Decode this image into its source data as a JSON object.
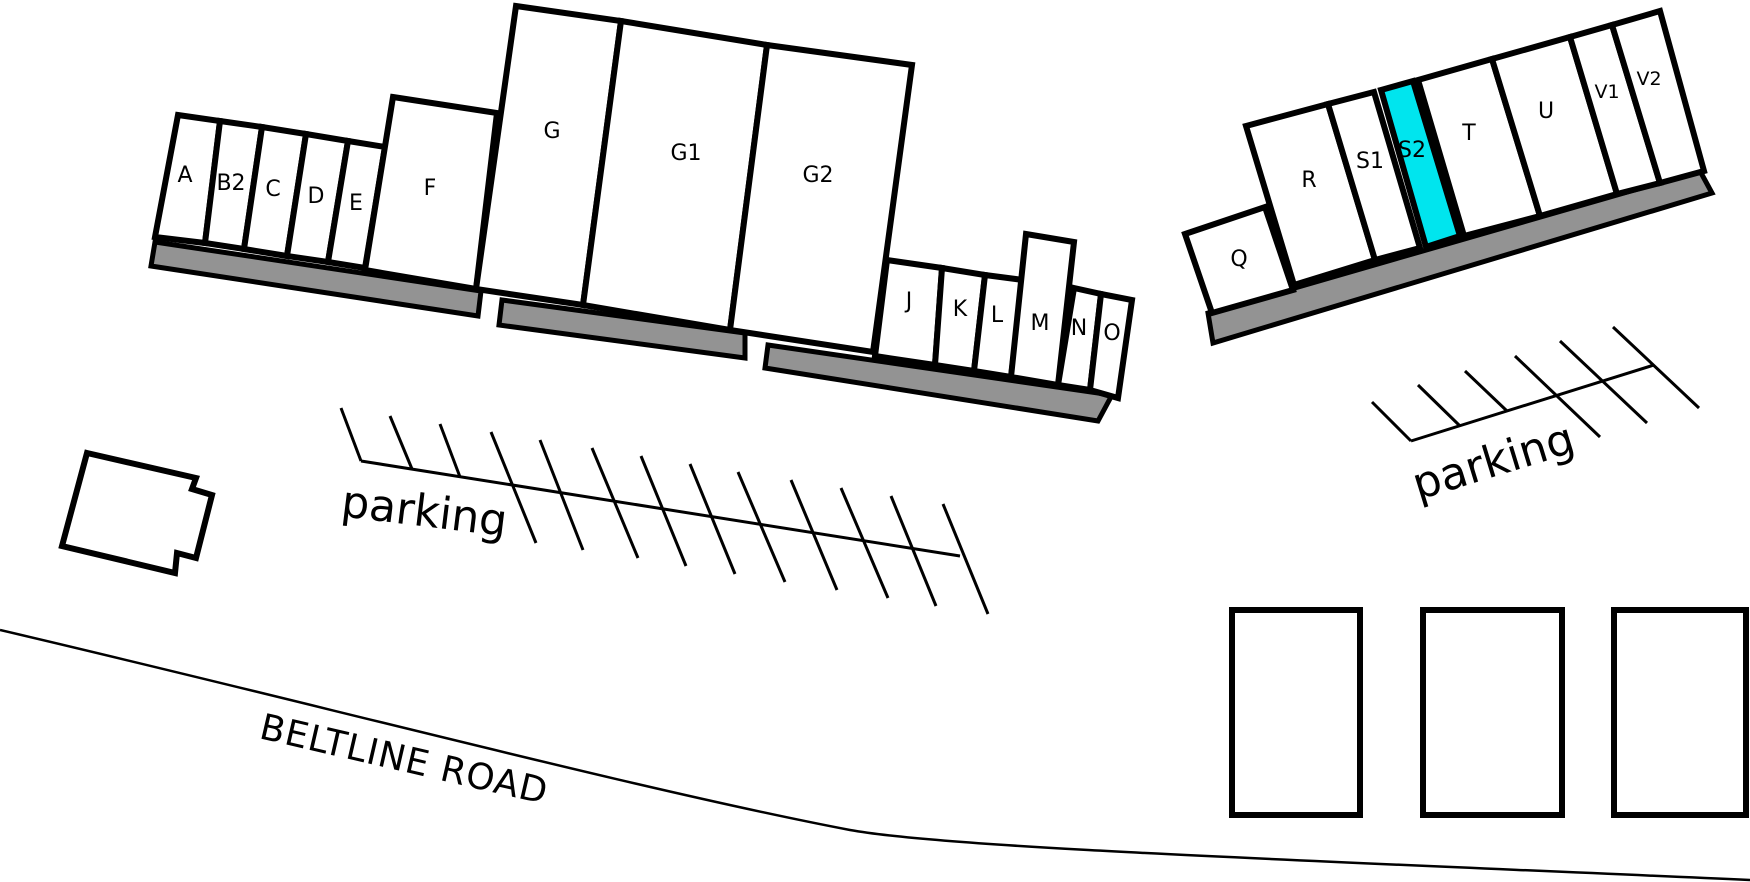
{
  "units": {
    "A": "A",
    "B2": "B2",
    "C": "C",
    "D": "D",
    "E": "E",
    "F": "F",
    "G": "G",
    "G1": "G1",
    "G2": "G2",
    "J": "J",
    "K": "K",
    "L": "L",
    "M": "M",
    "N": "N",
    "O": "O",
    "Q": "Q",
    "R": "R",
    "S1": "S1",
    "S2": "S2",
    "T": "T",
    "U": "U",
    "V1": "V1",
    "V2": "V2"
  },
  "highlighted_unit": "S2",
  "colors": {
    "highlight": "#00e5ee",
    "walkway": "#939393",
    "outline": "#000000"
  },
  "labels": {
    "parking_left": "parking",
    "parking_right": "parking",
    "road": "BELTLINE ROAD"
  }
}
